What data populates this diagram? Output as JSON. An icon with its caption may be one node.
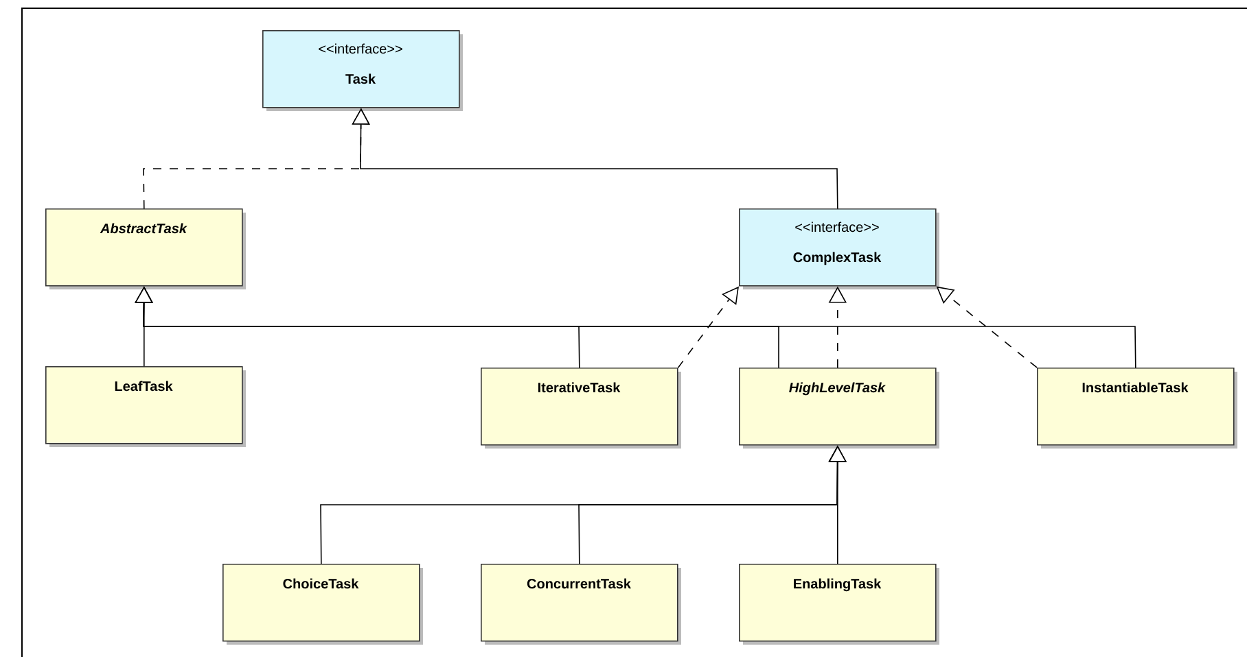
{
  "diagram": {
    "nodes": [
      {
        "text": [
          "<<interface>>",
          "Task"
        ]
      },
      {
        "text": [
          "AbstractTask"
        ]
      },
      {
        "text": [
          "<<interface>>",
          "ComplexTask"
        ]
      },
      {
        "text": [
          "LeafTask"
        ]
      },
      {
        "text": [
          "IterativeTask"
        ]
      },
      {
        "text": [
          "HighLevelTask"
        ]
      },
      {
        "text": [
          "InstantiableTask"
        ]
      },
      {
        "text": [
          "ChoiceTask"
        ]
      },
      {
        "text": [
          "ConcurrentTask"
        ]
      },
      {
        "text": [
          "EnablingTask"
        ]
      }
    ],
    "edges": [
      {
        "from": 1,
        "to": 0,
        "arrow": "to",
        "style": "dashed"
      },
      {
        "from": 2,
        "to": 0,
        "arrow": "to"
      },
      {
        "from": 3,
        "to": 1,
        "arrow": "to"
      },
      {
        "from": 4,
        "to": 1,
        "arrow": "to"
      },
      {
        "from": 5,
        "to": 1,
        "arrow": "to"
      },
      {
        "from": 6,
        "to": 1,
        "arrow": "to"
      },
      {
        "from": 4,
        "to": 2,
        "arrow": "to",
        "style": "dashed"
      },
      {
        "from": 5,
        "to": 2,
        "arrow": "to",
        "style": "dashed"
      },
      {
        "from": 6,
        "to": 2,
        "arrow": "to",
        "style": "dashed"
      },
      {
        "from": 7,
        "to": 5,
        "arrow": "to"
      },
      {
        "from": 8,
        "to": 5,
        "arrow": "to"
      },
      {
        "from": 9,
        "to": 5,
        "arrow": "to"
      }
    ]
  }
}
